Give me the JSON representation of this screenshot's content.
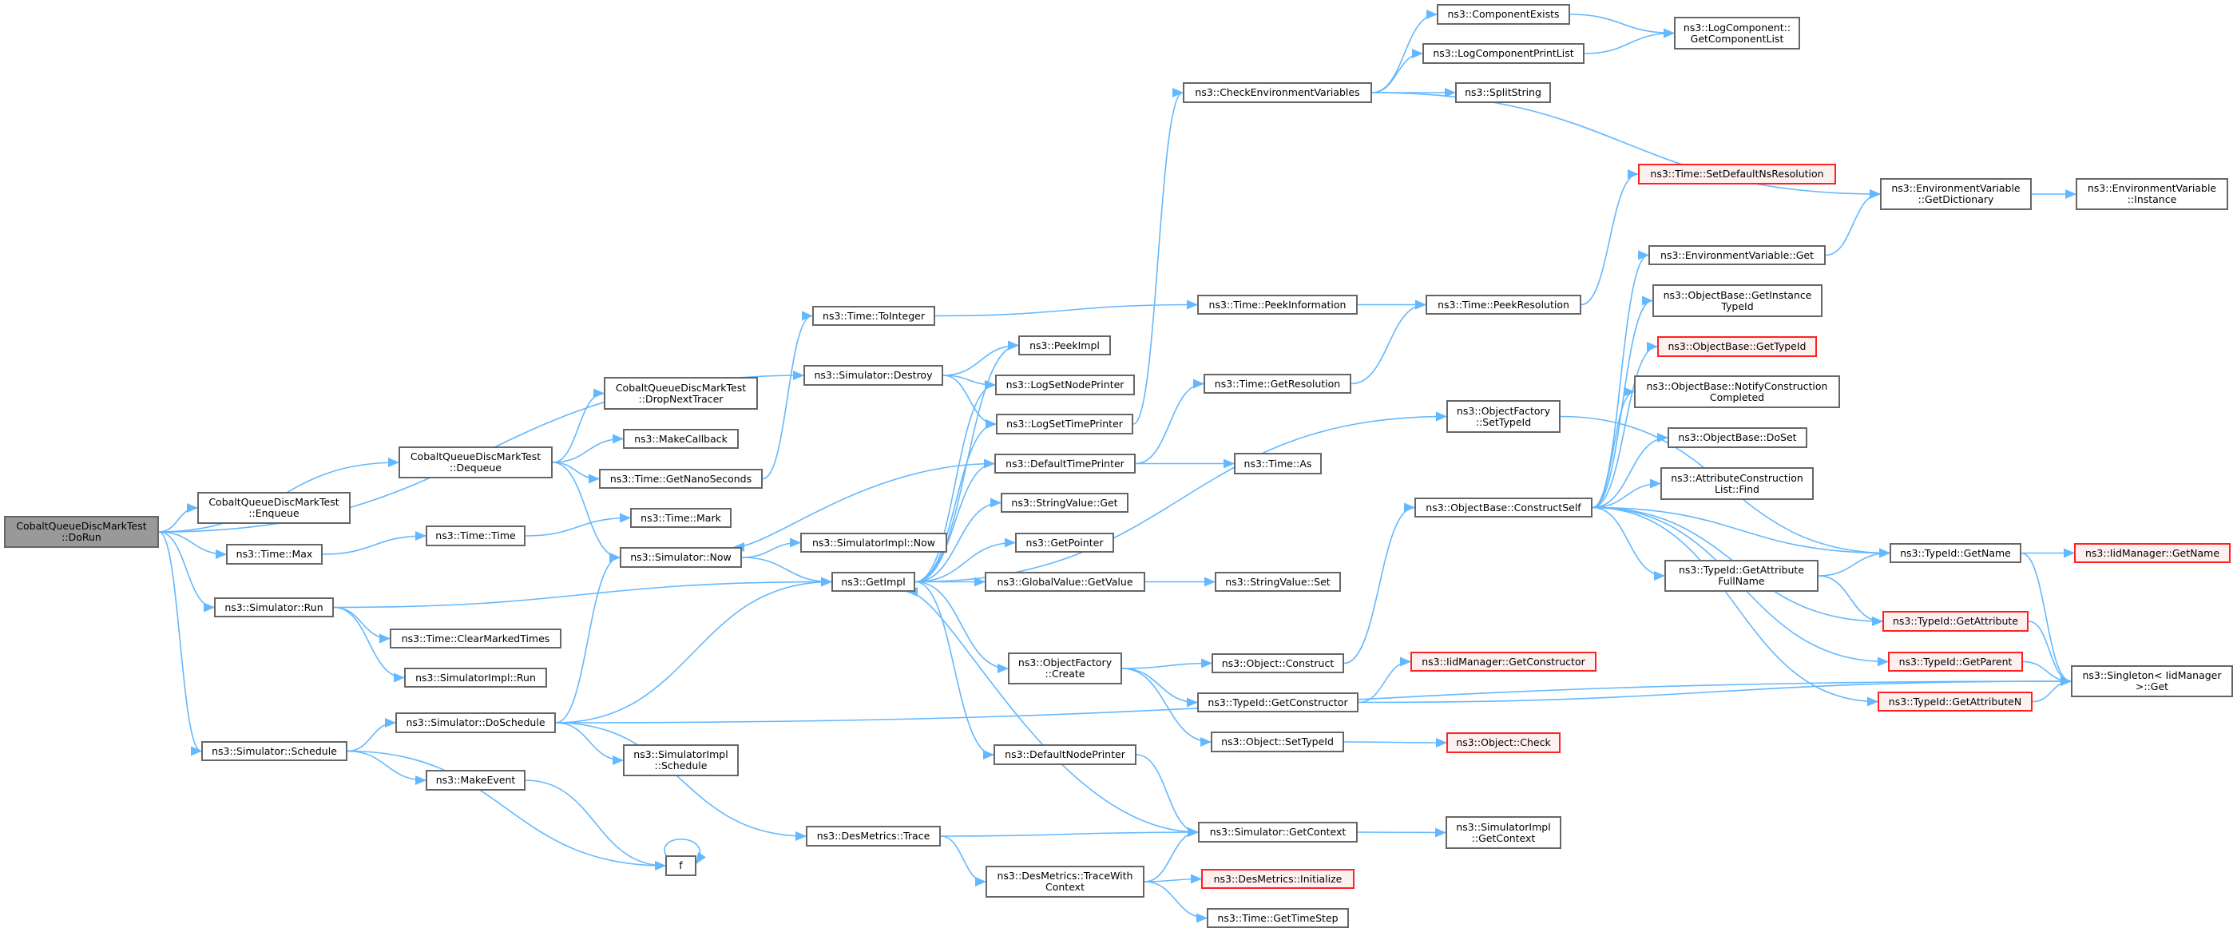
{
  "graph": {
    "edge_color": "#63b8ff",
    "node_border_color": "#666666",
    "root_fill": "#999999",
    "missing_border_color": "#ff0000",
    "missing_fill": "#fff0f0",
    "nodes": [
      {
        "id": "doRun",
        "label": "CobaltQueueDiscMarkTest\n::DoRun",
        "style": "root"
      },
      {
        "id": "destroy",
        "label": "ns3::Simulator::Destroy",
        "style": "normal"
      },
      {
        "id": "dequeue",
        "label": "CobaltQueueDiscMarkTest\n::Dequeue",
        "style": "normal"
      },
      {
        "id": "enqueue",
        "label": "CobaltQueueDiscMarkTest\n::Enqueue",
        "style": "normal"
      },
      {
        "id": "timeMax",
        "label": "ns3::Time::Max",
        "style": "normal"
      },
      {
        "id": "simRun",
        "label": "ns3::Simulator::Run",
        "style": "normal"
      },
      {
        "id": "schedule",
        "label": "ns3::Simulator::Schedule",
        "style": "normal"
      },
      {
        "id": "dropNext",
        "label": "CobaltQueueDiscMarkTest\n::DropNextTracer",
        "style": "normal"
      },
      {
        "id": "makeCallback",
        "label": "ns3::MakeCallback",
        "style": "normal"
      },
      {
        "id": "getNano",
        "label": "ns3::Time::GetNanoSeconds",
        "style": "normal"
      },
      {
        "id": "timeTime",
        "label": "ns3::Time::Time",
        "style": "normal"
      },
      {
        "id": "timeMark",
        "label": "ns3::Time::Mark",
        "style": "normal"
      },
      {
        "id": "simNow",
        "label": "ns3::Simulator::Now",
        "style": "normal"
      },
      {
        "id": "clearMarked",
        "label": "ns3::Time::ClearMarkedTimes",
        "style": "normal"
      },
      {
        "id": "simImplRun",
        "label": "ns3::SimulatorImpl::Run",
        "style": "normal"
      },
      {
        "id": "doSchedule",
        "label": "ns3::Simulator::DoSchedule",
        "style": "normal"
      },
      {
        "id": "simImplSchedule",
        "label": "ns3::SimulatorImpl\n::Schedule",
        "style": "normal"
      },
      {
        "id": "makeEvent",
        "label": "ns3::MakeEvent",
        "style": "normal"
      },
      {
        "id": "f",
        "label": "f",
        "style": "normal"
      },
      {
        "id": "toInteger",
        "label": "ns3::Time::ToInteger",
        "style": "normal"
      },
      {
        "id": "peekImpl",
        "label": "ns3::PeekImpl",
        "style": "normal"
      },
      {
        "id": "logSetNode",
        "label": "ns3::LogSetNodePrinter",
        "style": "normal"
      },
      {
        "id": "logSetTime",
        "label": "ns3::LogSetTimePrinter",
        "style": "normal"
      },
      {
        "id": "defaultTime",
        "label": "ns3::DefaultTimePrinter",
        "style": "normal"
      },
      {
        "id": "stringGet",
        "label": "ns3::StringValue::Get",
        "style": "normal"
      },
      {
        "id": "simImplNow",
        "label": "ns3::SimulatorImpl::Now",
        "style": "normal"
      },
      {
        "id": "getPointer",
        "label": "ns3::GetPointer",
        "style": "normal"
      },
      {
        "id": "getImpl",
        "label": "ns3::GetImpl",
        "style": "normal"
      },
      {
        "id": "globalGetValue",
        "label": "ns3::GlobalValue::GetValue",
        "style": "normal"
      },
      {
        "id": "objFactoryCreate",
        "label": "ns3::ObjectFactory\n::Create",
        "style": "normal"
      },
      {
        "id": "defaultNode",
        "label": "ns3::DefaultNodePrinter",
        "style": "normal"
      },
      {
        "id": "desTrace",
        "label": "ns3::DesMetrics::Trace",
        "style": "normal"
      },
      {
        "id": "traceWithContext",
        "label": "ns3::DesMetrics::TraceWith\nContext",
        "style": "normal"
      },
      {
        "id": "checkEnv",
        "label": "ns3::CheckEnvironmentVariables",
        "style": "normal"
      },
      {
        "id": "peekInfo",
        "label": "ns3::Time::PeekInformation",
        "style": "normal"
      },
      {
        "id": "getResolution",
        "label": "ns3::Time::GetResolution",
        "style": "normal"
      },
      {
        "id": "timeAs",
        "label": "ns3::Time::As",
        "style": "normal"
      },
      {
        "id": "stringSet",
        "label": "ns3::StringValue::Set",
        "style": "normal"
      },
      {
        "id": "objConstruct",
        "label": "ns3::Object::Construct",
        "style": "normal"
      },
      {
        "id": "getConstructor",
        "label": "ns3::TypeId::GetConstructor",
        "style": "normal"
      },
      {
        "id": "objSetTypeId",
        "label": "ns3::Object::SetTypeId",
        "style": "normal"
      },
      {
        "id": "getContext",
        "label": "ns3::Simulator::GetContext",
        "style": "normal"
      },
      {
        "id": "desInit",
        "label": "ns3::DesMetrics::Initialize",
        "style": "red"
      },
      {
        "id": "getTimeStep",
        "label": "ns3::Time::GetTimeStep",
        "style": "normal"
      },
      {
        "id": "componentExists",
        "label": "ns3::ComponentExists",
        "style": "normal"
      },
      {
        "id": "logCompPrintList",
        "label": "ns3::LogComponentPrintList",
        "style": "normal"
      },
      {
        "id": "splitString",
        "label": "ns3::SplitString",
        "style": "normal"
      },
      {
        "id": "peekResolution",
        "label": "ns3::Time::PeekResolution",
        "style": "normal"
      },
      {
        "id": "objFactorySetTypeId",
        "label": "ns3::ObjectFactory\n::SetTypeId",
        "style": "normal"
      },
      {
        "id": "constructSelf",
        "label": "ns3::ObjectBase::ConstructSelf",
        "style": "normal"
      },
      {
        "id": "iidGetConstructor",
        "label": "ns3::IidManager::GetConstructor",
        "style": "red"
      },
      {
        "id": "objCheck",
        "label": "ns3::Object::Check",
        "style": "red"
      },
      {
        "id": "simImplGetContext",
        "label": "ns3::SimulatorImpl\n::GetContext",
        "style": "normal"
      },
      {
        "id": "getComponentList",
        "label": "ns3::LogComponent::\nGetComponentList",
        "style": "normal"
      },
      {
        "id": "setDefaultNs",
        "label": "ns3::Time::SetDefaultNsResolution",
        "style": "red"
      },
      {
        "id": "envGet",
        "label": "ns3::EnvironmentVariable::Get",
        "style": "normal"
      },
      {
        "id": "getInstanceTypeId",
        "label": "ns3::ObjectBase::GetInstance\nTypeId",
        "style": "normal"
      },
      {
        "id": "getTypeId",
        "label": "ns3::ObjectBase::GetTypeId",
        "style": "red"
      },
      {
        "id": "notifyConstruction",
        "label": "ns3::ObjectBase::NotifyConstruction\nCompleted",
        "style": "normal"
      },
      {
        "id": "doSet",
        "label": "ns3::ObjectBase::DoSet",
        "style": "normal"
      },
      {
        "id": "attrFind",
        "label": "ns3::AttributeConstruction\nList::Find",
        "style": "normal"
      },
      {
        "id": "getAttrFullName",
        "label": "ns3::TypeId::GetAttribute\nFullName",
        "style": "normal"
      },
      {
        "id": "getDictionary",
        "label": "ns3::EnvironmentVariable\n::GetDictionary",
        "style": "normal"
      },
      {
        "id": "envInstance",
        "label": "ns3::EnvironmentVariable\n::Instance",
        "style": "normal"
      },
      {
        "id": "typeIdGetName",
        "label": "ns3::TypeId::GetName",
        "style": "normal"
      },
      {
        "id": "getAttribute",
        "label": "ns3::TypeId::GetAttribute",
        "style": "red"
      },
      {
        "id": "getParent",
        "label": "ns3::TypeId::GetParent",
        "style": "red"
      },
      {
        "id": "getAttributeN",
        "label": "ns3::TypeId::GetAttributeN",
        "style": "red"
      },
      {
        "id": "iidGetName",
        "label": "ns3::IidManager::GetName",
        "style": "red"
      },
      {
        "id": "singleton",
        "label": "ns3::Singleton< IidManager\n>::Get",
        "style": "normal"
      }
    ],
    "edges": [
      [
        "doRun",
        "destroy"
      ],
      [
        "doRun",
        "dequeue"
      ],
      [
        "doRun",
        "enqueue"
      ],
      [
        "doRun",
        "timeMax"
      ],
      [
        "doRun",
        "simRun"
      ],
      [
        "doRun",
        "schedule"
      ],
      [
        "dequeue",
        "dropNext"
      ],
      [
        "dequeue",
        "makeCallback"
      ],
      [
        "dequeue",
        "getNano"
      ],
      [
        "dequeue",
        "simNow"
      ],
      [
        "getNano",
        "toInteger"
      ],
      [
        "toInteger",
        "peekInfo"
      ],
      [
        "timeMax",
        "timeTime"
      ],
      [
        "timeTime",
        "timeMark"
      ],
      [
        "simRun",
        "getImpl"
      ],
      [
        "simRun",
        "clearMarked"
      ],
      [
        "simRun",
        "simImplRun"
      ],
      [
        "schedule",
        "doSchedule"
      ],
      [
        "schedule",
        "makeEvent"
      ],
      [
        "schedule",
        "f"
      ],
      [
        "doSchedule",
        "simNow"
      ],
      [
        "doSchedule",
        "getImpl"
      ],
      [
        "doSchedule",
        "simImplSchedule"
      ],
      [
        "doSchedule",
        "desTrace"
      ],
      [
        "doSchedule",
        "singleton"
      ],
      [
        "makeEvent",
        "f"
      ],
      [
        "f",
        "f"
      ],
      [
        "destroy",
        "peekImpl"
      ],
      [
        "destroy",
        "logSetNode"
      ],
      [
        "destroy",
        "logSetTime"
      ],
      [
        "simNow",
        "simImplNow"
      ],
      [
        "simNow",
        "getImpl"
      ],
      [
        "defaultTime",
        "simNow"
      ],
      [
        "defaultTime",
        "getResolution"
      ],
      [
        "defaultTime",
        "timeAs"
      ],
      [
        "getImpl",
        "peekImpl"
      ],
      [
        "getImpl",
        "logSetNode"
      ],
      [
        "getImpl",
        "logSetTime"
      ],
      [
        "getImpl",
        "defaultTime"
      ],
      [
        "getImpl",
        "stringGet"
      ],
      [
        "getImpl",
        "getPointer"
      ],
      [
        "getImpl",
        "globalGetValue"
      ],
      [
        "getImpl",
        "objFactoryCreate"
      ],
      [
        "getImpl",
        "defaultNode"
      ],
      [
        "getImpl",
        "objFactorySetTypeId"
      ],
      [
        "logSetTime",
        "checkEnv"
      ],
      [
        "checkEnv",
        "componentExists"
      ],
      [
        "checkEnv",
        "logCompPrintList"
      ],
      [
        "checkEnv",
        "splitString"
      ],
      [
        "checkEnv",
        "getDictionary"
      ],
      [
        "componentExists",
        "getComponentList"
      ],
      [
        "logCompPrintList",
        "getComponentList"
      ],
      [
        "getDictionary",
        "envInstance"
      ],
      [
        "peekInfo",
        "peekResolution"
      ],
      [
        "getResolution",
        "peekResolution"
      ],
      [
        "peekResolution",
        "setDefaultNs"
      ],
      [
        "globalGetValue",
        "stringSet"
      ],
      [
        "objFactoryCreate",
        "objConstruct"
      ],
      [
        "objFactoryCreate",
        "getConstructor"
      ],
      [
        "objFactoryCreate",
        "objSetTypeId"
      ],
      [
        "objConstruct",
        "constructSelf"
      ],
      [
        "getConstructor",
        "iidGetConstructor"
      ],
      [
        "getConstructor",
        "singleton"
      ],
      [
        "objSetTypeId",
        "objCheck"
      ],
      [
        "defaultNode",
        "getContext"
      ],
      [
        "getContext",
        "getImpl"
      ],
      [
        "getContext",
        "simImplGetContext"
      ],
      [
        "desTrace",
        "getContext"
      ],
      [
        "desTrace",
        "traceWithContext"
      ],
      [
        "traceWithContext",
        "getContext"
      ],
      [
        "traceWithContext",
        "desInit"
      ],
      [
        "traceWithContext",
        "getTimeStep"
      ],
      [
        "objFactorySetTypeId",
        "typeIdGetName"
      ],
      [
        "constructSelf",
        "envGet"
      ],
      [
        "constructSelf",
        "getInstanceTypeId"
      ],
      [
        "constructSelf",
        "getTypeId"
      ],
      [
        "constructSelf",
        "notifyConstruction"
      ],
      [
        "constructSelf",
        "doSet"
      ],
      [
        "constructSelf",
        "attrFind"
      ],
      [
        "constructSelf",
        "typeIdGetName"
      ],
      [
        "constructSelf",
        "getAttrFullName"
      ],
      [
        "constructSelf",
        "getAttribute"
      ],
      [
        "constructSelf",
        "getParent"
      ],
      [
        "constructSelf",
        "getAttributeN"
      ],
      [
        "envGet",
        "getDictionary"
      ],
      [
        "getAttrFullName",
        "typeIdGetName"
      ],
      [
        "getAttrFullName",
        "getAttribute"
      ],
      [
        "typeIdGetName",
        "iidGetName"
      ],
      [
        "typeIdGetName",
        "singleton"
      ],
      [
        "getAttribute",
        "singleton"
      ],
      [
        "getParent",
        "singleton"
      ],
      [
        "getAttributeN",
        "singleton"
      ]
    ]
  }
}
